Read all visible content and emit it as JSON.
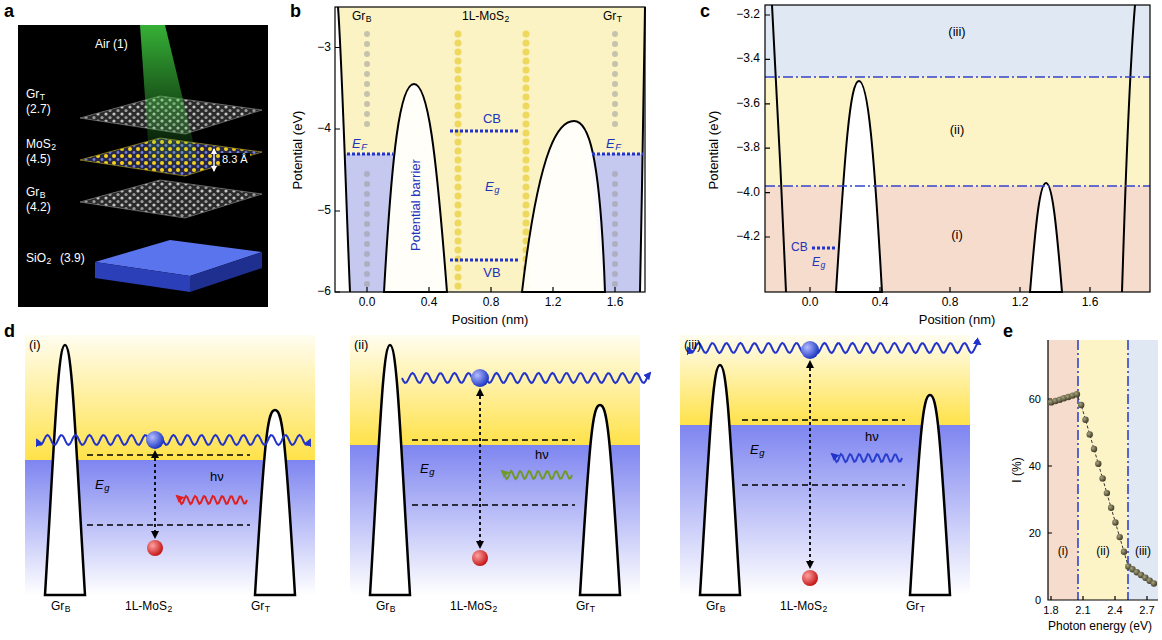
{
  "diagram": {
    "labels": [
      "a",
      "Air (1)",
      "Gr",
      "T",
      "(2.7)",
      "MoS",
      "2",
      "(4.5)",
      "8.3 Å",
      "Gr",
      "B",
      "(4.2)",
      "SiO",
      "2",
      "(3.9)",
      "b",
      "Gr",
      "B",
      "1L-MoS",
      "2",
      "Gr",
      "T",
      "E",
      "F",
      "CB",
      "E",
      "g",
      "Potential barrier",
      "E",
      "F",
      "VB",
      "−3",
      "−4",
      "−5",
      "−6",
      "0.0",
      "0.4",
      "0.8",
      "1.2",
      "1.6",
      "Potential (eV)",
      "Position (nm)",
      "c",
      "(iii)",
      "(ii)",
      "(i)",
      "CB",
      "E",
      "g",
      "−3.2",
      "−3.4",
      "−3.6",
      "−3.8",
      "−4.0",
      "−4.2",
      "0.0",
      "0.4",
      "0.8",
      "1.2",
      "1.6",
      "Potential (eV)",
      "Position (nm)",
      "d",
      "(i)",
      "E",
      "g",
      "hν",
      "Gr",
      "B",
      "1L-MoS",
      "2",
      "Gr",
      "T",
      "(ii)",
      "E",
      "g",
      "hν",
      "Gr",
      "B",
      "1L-MoS",
      "2",
      "Gr",
      "T",
      "(iii)",
      "E",
      "g",
      "hν",
      "Gr",
      "B",
      "1L-MoS",
      "2",
      "Gr",
      "T",
      "e",
      "60",
      "40",
      "20",
      "0",
      "1.8",
      "2.1",
      "2.4",
      "2.7",
      "Photon energy (eV)",
      "I (%)",
      "(i)",
      "(ii)",
      "(iii)"
    ]
  }
}
